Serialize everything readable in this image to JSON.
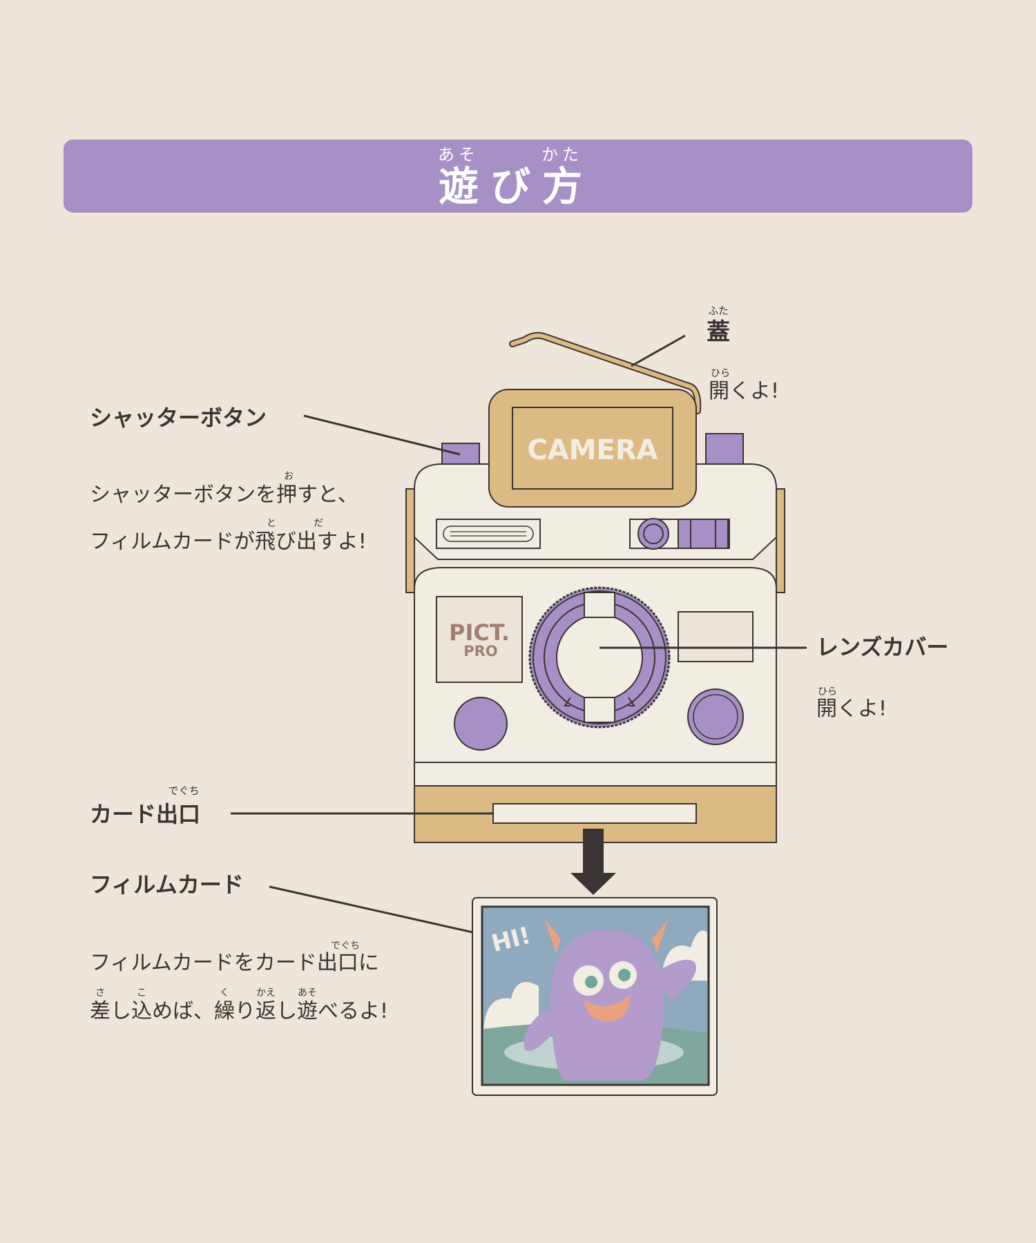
{
  "header": {
    "title_chars": [
      "遊",
      "び",
      "方"
    ],
    "title_ruby": [
      "あそ",
      "",
      "かた"
    ],
    "bar_color": "#a690c6"
  },
  "camera": {
    "top_label": "CAMERA",
    "brand_main": "PICT.",
    "brand_sub": "PRO"
  },
  "callouts": {
    "lid": {
      "title": "蓋",
      "title_ruby": "ふた",
      "note_kanji": "開",
      "note_ruby": "ひら",
      "note_rest": "くよ!"
    },
    "shutter": {
      "title": "シャッターボタン",
      "line1_a": "シャッターボタンを",
      "line1_k": "押",
      "line1_r": "お",
      "line1_b": "すと、",
      "line2_a": "フィルムカードが",
      "line2_k1": "飛",
      "line2_r1": "と",
      "line2_m": "び",
      "line2_k2": "出",
      "line2_r2": "だ",
      "line2_b": "すよ!"
    },
    "lens": {
      "title": "レンズカバー",
      "note_kanji": "開",
      "note_ruby": "ひら",
      "note_rest": "くよ!"
    },
    "slot": {
      "title_a": "カード",
      "title_k": "出口",
      "title_r": "でぐち"
    },
    "film": {
      "title": "フィルムカード",
      "line1_a": "フィルムカードをカード",
      "line1_k": "出口",
      "line1_r": "でぐち",
      "line1_b": "に",
      "line2": [
        {
          "t": "差",
          "r": "さ"
        },
        {
          "t": "し",
          "r": ""
        },
        {
          "t": "込",
          "r": "こ"
        },
        {
          "t": "めば、",
          "r": ""
        },
        {
          "t": "繰",
          "r": "く"
        },
        {
          "t": "り",
          "r": ""
        },
        {
          "t": "返",
          "r": "かえ"
        },
        {
          "t": "し",
          "r": ""
        },
        {
          "t": "遊",
          "r": "あそ"
        },
        {
          "t": "べるよ!",
          "r": ""
        }
      ]
    }
  },
  "film_card": {
    "caption": "HI!"
  },
  "colors": {
    "purple": "#a690c6",
    "tan": "#dbbb83",
    "cream": "#f1ede2",
    "outline": "#3a3433"
  }
}
